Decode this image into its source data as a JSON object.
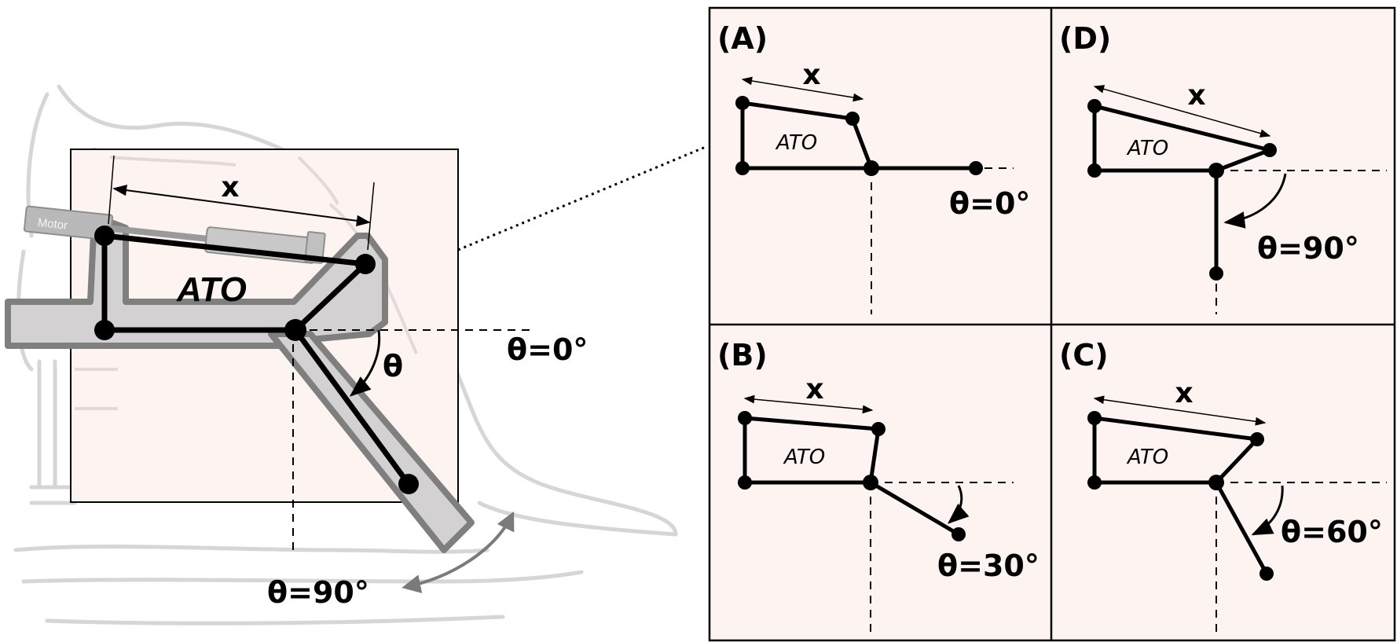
{
  "main": {
    "x_label": "x",
    "ato_label": "ATO",
    "motor_label": "Motor",
    "theta_symbol": "θ",
    "angle_0_label": "θ=0°",
    "angle_90_label": "θ=90°"
  },
  "panels": {
    "a": {
      "id_label": "(A)",
      "x_label": "x",
      "ato_label": "ATO",
      "angle_label": "θ=0°"
    },
    "d": {
      "id_label": "(D)",
      "x_label": "x",
      "ato_label": "ATO",
      "angle_label": "θ=90°"
    },
    "b": {
      "id_label": "(B)",
      "x_label": "x",
      "ato_label": "ATO",
      "angle_label": "θ=30°"
    },
    "c": {
      "id_label": "(C)",
      "x_label": "x",
      "ato_label": "ATO",
      "angle_label": "θ=60°"
    }
  },
  "colors": {
    "panel_fill": "#fdf3f1",
    "brace_fill": "#d3d1d2",
    "brace_stroke": "#7f7f7f",
    "sketch_line": "#d6d6d6",
    "arrow_gray": "#7a7a7a"
  }
}
